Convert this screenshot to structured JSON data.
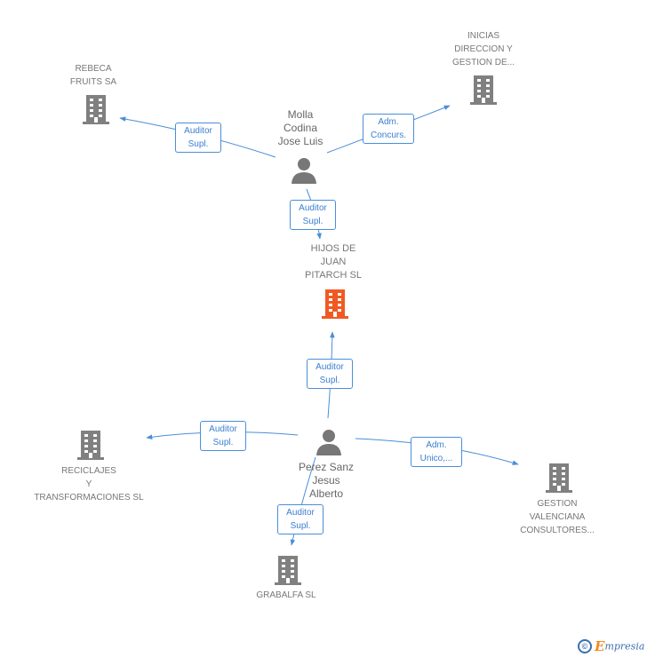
{
  "colors": {
    "edge": "#4a8ed8",
    "building": "#808080",
    "building_focus": "#f05a22",
    "person": "#777777"
  },
  "nodes": {
    "rebeca": {
      "label": "REBECA\nFRUITS SA",
      "icon": "building-icon"
    },
    "inicias": {
      "label": "INICIAS\nDIRECCION Y\nGESTION DE...",
      "icon": "building-icon"
    },
    "molla": {
      "label": "Molla\nCodina\nJose Luis",
      "icon": "person-icon"
    },
    "hijos": {
      "label": "HIJOS DE\nJUAN\nPITARCH SL",
      "icon": "building-icon-focus"
    },
    "perez": {
      "label": "Perez Sanz\nJesus\nAlberto",
      "icon": "person-icon"
    },
    "reciclajes": {
      "label": "RECICLAJES\nY\nTRANSFORMACIONES SL",
      "icon": "building-icon"
    },
    "gestion": {
      "label": "GESTION\nVALENCIANA\nCONSULTORES...",
      "icon": "building-icon"
    },
    "grabalfa": {
      "label": "GRABALFA SL",
      "icon": "building-icon"
    }
  },
  "edges": {
    "molla_rebeca": "Auditor\nSupl.",
    "molla_inicias": "Adm.\nConcurs.",
    "molla_hijos": "Auditor\nSupl.",
    "perez_hijos": "Auditor\nSupl.",
    "perez_reciclajes": "Auditor\nSupl.",
    "perez_gestion": "Adm.\nUnico,...",
    "perez_grabalfa": "Auditor\nSupl."
  },
  "brand": {
    "copyright": "©",
    "initial": "E",
    "name": "mpresia"
  }
}
